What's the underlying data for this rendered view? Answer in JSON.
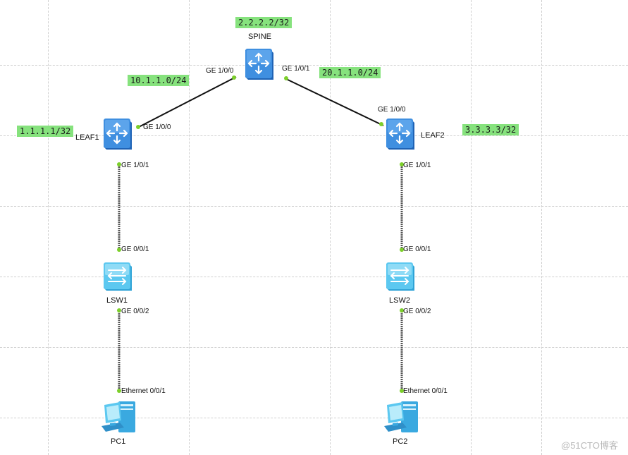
{
  "devices": {
    "spine": {
      "name": "SPINE",
      "loopback": "2.2.2.2/32"
    },
    "leaf1": {
      "name": "LEAF1",
      "loopback": "1.1.1.1/32"
    },
    "leaf2": {
      "name": "LEAF2",
      "loopback": "3.3.3.3/32"
    },
    "lsw1": {
      "name": "LSW1"
    },
    "lsw2": {
      "name": "LSW2"
    },
    "pc1": {
      "name": "PC1"
    },
    "pc2": {
      "name": "PC2"
    }
  },
  "subnets": {
    "spine_leaf1": "10.1.1.0/24",
    "spine_leaf2": "20.1.1.0/24"
  },
  "ports": {
    "spine_ge100": "GE 1/0/0",
    "spine_ge101": "GE 1/0/1",
    "leaf1_ge100": "GE 1/0/0",
    "leaf1_ge101": "GE 1/0/1",
    "leaf2_ge100": "GE 1/0/0",
    "leaf2_ge101": "GE 1/0/1",
    "lsw1_ge001": "GE 0/0/1",
    "lsw1_ge002": "GE 0/0/2",
    "lsw2_ge001": "GE 0/0/1",
    "lsw2_ge002": "GE 0/0/2",
    "pc1_eth": "Ethernet 0/0/1",
    "pc2_eth": "Ethernet 0/0/1"
  },
  "watermark": "@51CTO博客",
  "colors": {
    "link_dot": "#7ccf2a",
    "subnet_tag": "#86e27d",
    "router": "#3f8fe0",
    "switch": "#5cc8f0"
  }
}
